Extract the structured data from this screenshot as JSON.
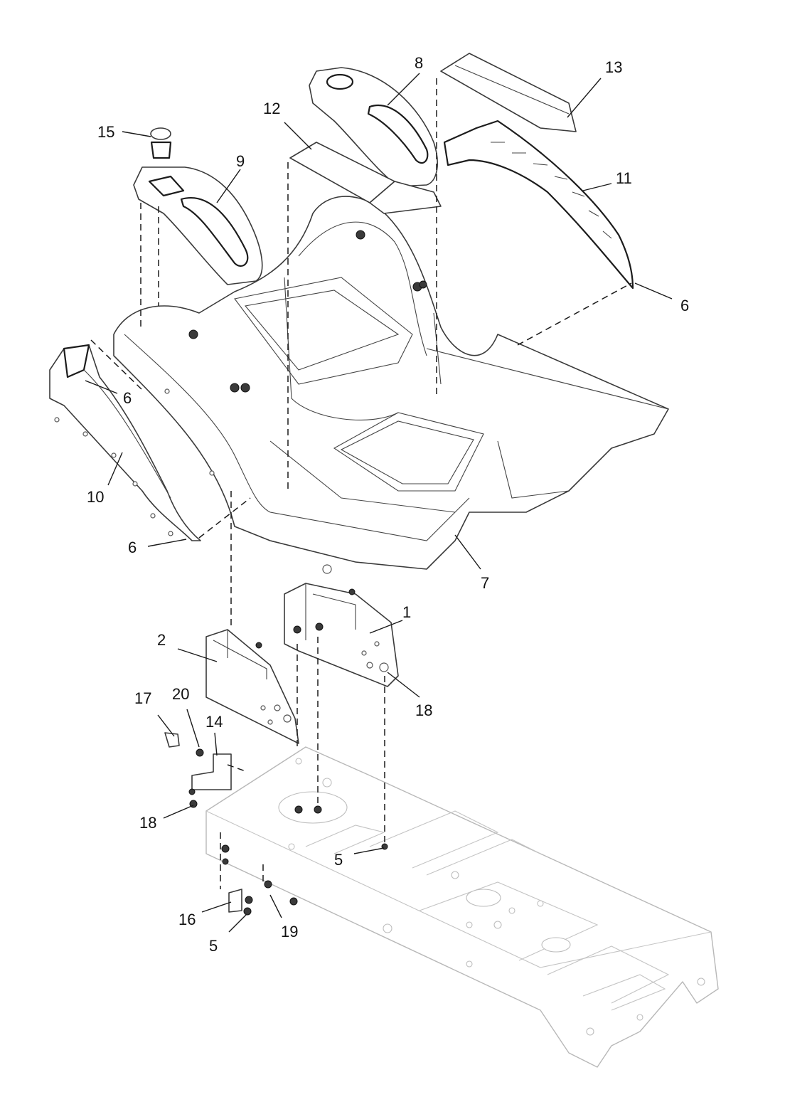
{
  "callouts": [
    {
      "id": "c1",
      "text": "1"
    },
    {
      "id": "c2",
      "text": "2"
    },
    {
      "id": "c5a",
      "text": "5"
    },
    {
      "id": "c5b",
      "text": "5"
    },
    {
      "id": "c6a",
      "text": "6"
    },
    {
      "id": "c6b",
      "text": "6"
    },
    {
      "id": "c6c",
      "text": "6"
    },
    {
      "id": "c7",
      "text": "7"
    },
    {
      "id": "c8",
      "text": "8"
    },
    {
      "id": "c9",
      "text": "9"
    },
    {
      "id": "c10",
      "text": "10"
    },
    {
      "id": "c11",
      "text": "11"
    },
    {
      "id": "c12",
      "text": "12"
    },
    {
      "id": "c13",
      "text": "13"
    },
    {
      "id": "c14",
      "text": "14"
    },
    {
      "id": "c15",
      "text": "15"
    },
    {
      "id": "c16",
      "text": "16"
    },
    {
      "id": "c17",
      "text": "17"
    },
    {
      "id": "c18a",
      "text": "18"
    },
    {
      "id": "c18b",
      "text": "18"
    },
    {
      "id": "c19",
      "text": "19"
    },
    {
      "id": "c20",
      "text": "20"
    }
  ]
}
